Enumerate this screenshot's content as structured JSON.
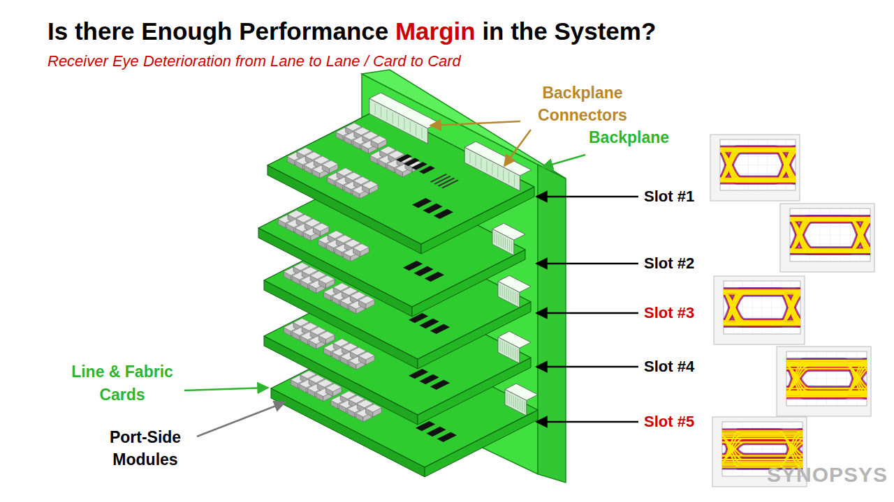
{
  "diagram": {
    "title": "Is there Enough Performance Margin in the System?",
    "labels": [
      "Receiver Eye Deterioration from Lane to Lane / Card to Card",
      "Backplane Connectors",
      "Backplane",
      "Slot #1",
      "Slot #2",
      "Slot #3",
      "Slot #4",
      "Slot #5",
      "Line & Fabric Cards",
      "Port-Side Modules",
      "SYNOPSYS"
    ]
  }
}
